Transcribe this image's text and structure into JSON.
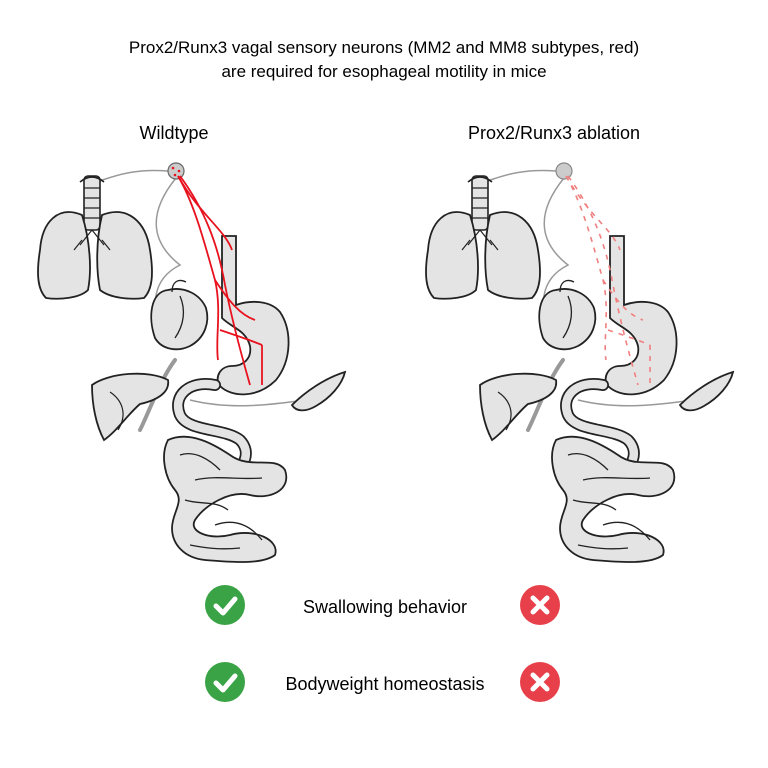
{
  "title_line1": "Prox2/Runx3 vagal sensory neurons (MM2 and MM8 subtypes, red)",
  "title_line2": "are required for esophageal motility in mice",
  "panels": {
    "left": "Wildtype",
    "right": "Prox2/Runx3 ablation"
  },
  "outcomes": [
    {
      "label": "Swallowing behavior",
      "wildtype": "check-icon",
      "ablation": "cross-icon"
    },
    {
      "label": "Bodyweight homeostasis",
      "wildtype": "check-icon",
      "ablation": "cross-icon"
    }
  ],
  "colors": {
    "neuron_red": "#e8121e",
    "organ_fill": "#e4e4e4",
    "outline": "#222222",
    "check_green": "#3aa346",
    "cross_red": "#e8404a"
  }
}
